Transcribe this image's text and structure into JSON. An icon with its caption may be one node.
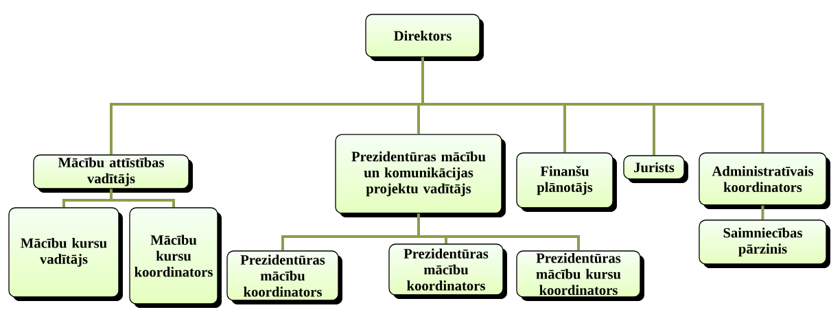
{
  "diagram": {
    "nodes": [
      {
        "text": [
          "Direktors"
        ]
      },
      {
        "text": [
          "Mācību attīstības vadītājs"
        ]
      },
      {
        "text": [
          "Mācību kursu vadītājs"
        ]
      },
      {
        "text": [
          "Mācību kursu koordinators"
        ]
      },
      {
        "text": [
          "Prezidentūras mācību un komunikācijas projektu vadītājs"
        ]
      },
      {
        "text": [
          "Prezidentūras mācību koordinators"
        ]
      },
      {
        "text": [
          "Prezidentūras mācību koordinators"
        ]
      },
      {
        "text": [
          "Prezidentūras mācību kursu koordinators"
        ]
      },
      {
        "text": [
          "Finanšu plānotājs"
        ]
      },
      {
        "text": [
          "Jurists"
        ]
      },
      {
        "text": [
          "Administratīvais koordinators"
        ]
      },
      {
        "text": [
          "Saimniecības pārzinis"
        ]
      }
    ],
    "edges": [
      {
        "from": 0,
        "to": 1,
        "arrow": "none"
      },
      {
        "from": 0,
        "to": 4,
        "arrow": "none"
      },
      {
        "from": 0,
        "to": 8,
        "arrow": "none"
      },
      {
        "from": 0,
        "to": 9,
        "arrow": "none"
      },
      {
        "from": 0,
        "to": 10,
        "arrow": "none"
      },
      {
        "from": 1,
        "to": 2,
        "arrow": "none"
      },
      {
        "from": 1,
        "to": 3,
        "arrow": "none"
      },
      {
        "from": 4,
        "to": 5,
        "arrow": "none"
      },
      {
        "from": 4,
        "to": 6,
        "arrow": "none"
      },
      {
        "from": 4,
        "to": 7,
        "arrow": "none"
      },
      {
        "from": 10,
        "to": 11,
        "arrow": "none"
      }
    ]
  }
}
